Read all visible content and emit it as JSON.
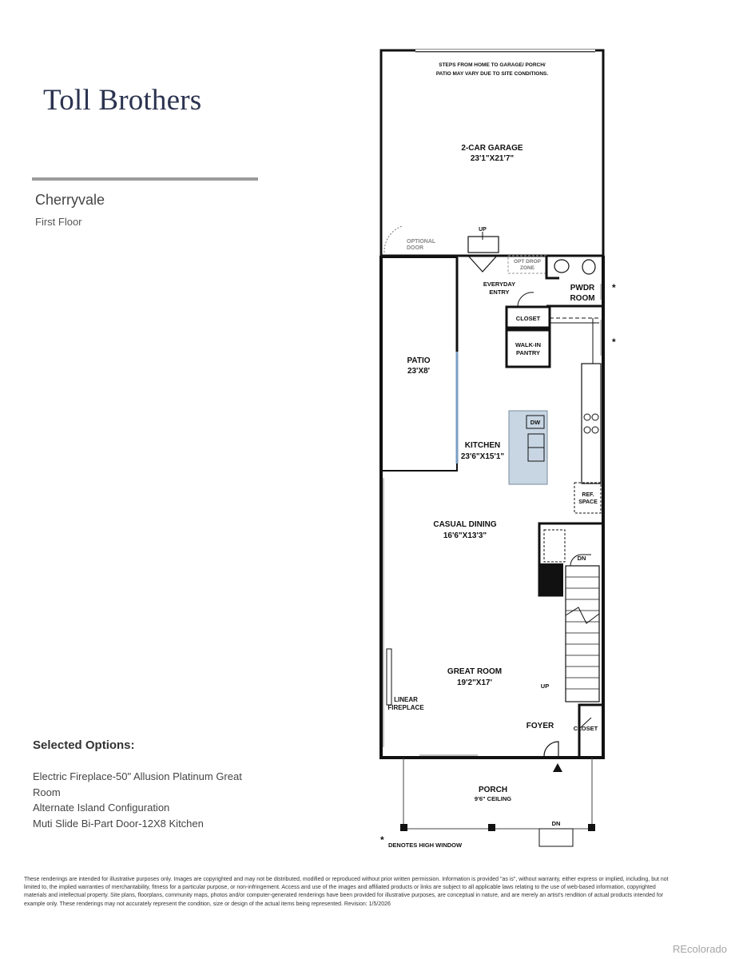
{
  "header": {
    "logo": "Toll Brothers",
    "model_name": "Cherryvale",
    "floor_name": "First Floor"
  },
  "options": {
    "title": "Selected Options:",
    "items": [
      "Electric Fireplace-50\" Allusion Platinum Great Room",
      "Alternate Island Configuration",
      "Muti Slide Bi-Part Door-12X8 Kitchen"
    ]
  },
  "plan": {
    "garage_note_1": "STEPS FROM HOME TO GARAGE/ PORCH/",
    "garage_note_2": "PATIO MAY VARY DUE TO SITE CONDITIONS.",
    "garage": "2-CAR GARAGE",
    "garage_dim": "23'1\"X21'7\"",
    "optional_door_1": "OPTIONAL",
    "optional_door_2": "DOOR",
    "up": "UP",
    "opt_drop_1": "OPT DROP",
    "opt_drop_2": "ZONE",
    "everyday_1": "EVERYDAY",
    "everyday_2": "ENTRY",
    "pwdr_1": "PWDR",
    "pwdr_2": "ROOM",
    "closet": "CLOSET",
    "walkin_1": "WALK-IN",
    "walkin_2": "PANTRY",
    "patio": "PATIO",
    "patio_dim": "23'X8'",
    "dw": "DW",
    "kitchen": "KITCHEN",
    "kitchen_dim": "23'6\"X15'1\"",
    "ref_1": "REF.",
    "ref_2": "SPACE",
    "casual_dining": "CASUAL DINING",
    "casual_dining_dim": "16'6\"X13'3\"",
    "dn": "DN",
    "great_room": "GREAT ROOM",
    "great_room_dim": "19'2\"X17'",
    "up2": "UP",
    "fireplace_1": "LINEAR",
    "fireplace_2": "FIREPLACE",
    "foyer": "FOYER",
    "closet2": "CLOSET",
    "porch": "PORCH",
    "porch_ceiling": "9'6\" CEILING",
    "dn2": "DN",
    "asterisk": "*",
    "high_window": "DENOTES HIGH WINDOW"
  },
  "disclaimer": "These renderings are intended for illustrative purposes only. Images are copyrighted and may not be distributed, modified or reproduced without prior written permission. Information is provided \"as is\", without warranty, either express or implied, including, but not limited to, the implied warranties of merchantability, fitness for a particular purpose, or non-infringement. Access and use of the images and affiliated products or links are subject to all applicable laws relating to the use of web-based information, copyrighted materials and intellectual property. Site plans, floorplans, community maps, photos and/or computer-generated renderings have been provided for illustrative purposes, are conceptual in nature, and are merely an artist's rendition of actual products intended for example only. These renderings may not accurately represent the condition, size or design of the actual items being represented. Revision: 1/5/2026",
  "watermark": "REcolorado",
  "colors": {
    "brand": "#2b3350",
    "island": "#c8d6e4",
    "wall": "#111111"
  }
}
